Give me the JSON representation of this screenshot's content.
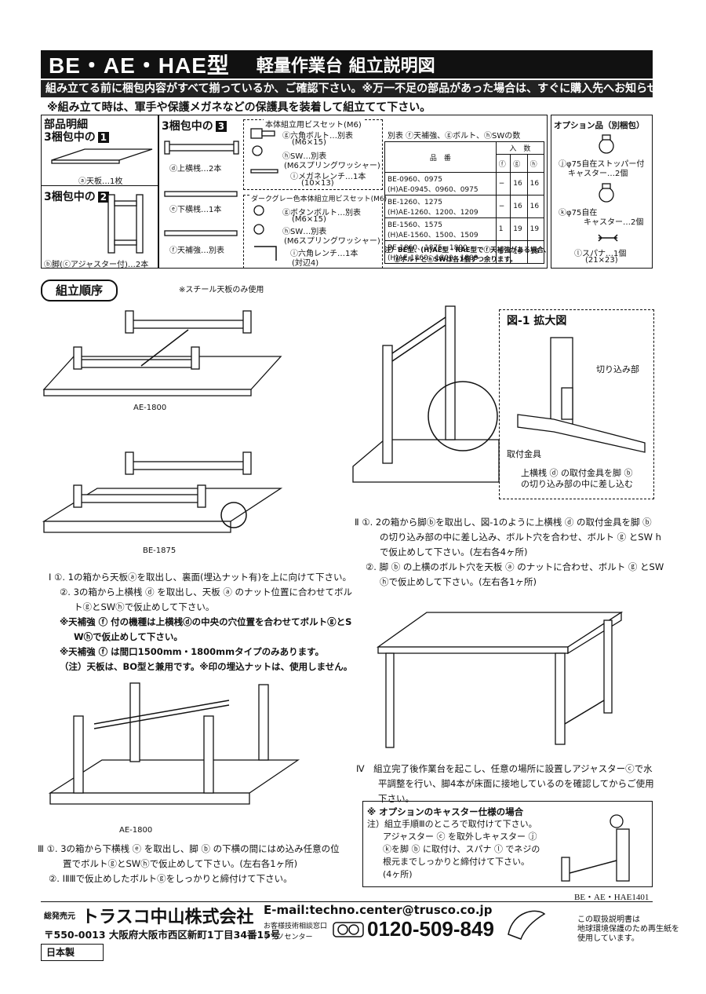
{
  "header": {
    "models": "BE・AE・HAE型",
    "title": "軽量作業台 組立説明図",
    "notice": "組み立てる前に梱包内容がすべて揃っているか、ご確認下さい。※万一不足の部品があった場合は、すぐに購入先へお知らせ下さい。",
    "safety": "※組み立て時は、軍手や保護メガネなどの保護具を装着して組立てて下さい。"
  },
  "parts": {
    "heading": "部品明細",
    "box1_label": "3梱包中の",
    "box1_num": "1",
    "tabletop": "ⓐ天板…1枚",
    "box2_label": "3梱包中の",
    "box2_num": "2",
    "legs": "ⓑ脚(ⓒアジャスター付)…2本",
    "box3_label": "3梱包中の",
    "box3_num": "3",
    "upper_beam": "ⓓ上横桟…2本",
    "lower_beam": "ⓔ下横桟…1本",
    "reinforce": "ⓕ天補強…別表",
    "screwset_title": "本体組立用ビスセット(M6)",
    "hex_bolt": "ⓖ六角ボルト…別表",
    "hex_bolt_size": "(M6×15)",
    "sw": "ⓗSW…別表",
    "sw_detail": "(M6スプリングワッシャー)",
    "wrench": "ⓘメガネレンチ…1本",
    "wrench_size": "(10×13)",
    "dark_set_title": "ダークグレー色本体組立用ビスセット(M6)",
    "button_bolt": "ⓖボタンボルト…別表",
    "button_bolt_size": "(M6×15)",
    "sw2": "ⓗSW…別表",
    "sw2_detail": "(M6スプリングワッシャー)",
    "hex_wrench": "ⓘ六角レンチ…1本",
    "hex_wrench_size": "(対辺4)"
  },
  "table": {
    "caption": "別表 ⓕ天補強、ⓖボルト、ⓗSWの数",
    "col_item": "品　番",
    "col_qty": "入　数",
    "col_f": "ⓕ",
    "col_g": "ⓖ",
    "col_h": "ⓗ",
    "rows": [
      {
        "model1": "BE-0960、0975",
        "model2": "(H)AE-0945、0960、0975",
        "f": "−",
        "g": "16",
        "h": "16"
      },
      {
        "model1": "BE-1260、1275",
        "model2": "(H)AE-1260、1200、1209",
        "f": "−",
        "g": "16",
        "h": "16"
      },
      {
        "model1": "BE-1560、1575",
        "model2": "(H)AE-1560、1500、1509",
        "f": "1",
        "g": "19",
        "h": "19"
      },
      {
        "model1": "BE-1860、1875、1890",
        "model2": "(H)AE-1860、1800、1809",
        "f": "1",
        "g": "19",
        "h": "19"
      }
    ],
    "note1": "注）BE型、(H)AE型・RAE型でⓕ天補強がある場合、",
    "note2": "ⓖボルトとⓗSWは各1個ずつ余ります。"
  },
  "options": {
    "title": "オプション品（別梱包）",
    "caster_stopper": "ⓙφ75自在ストッパー付",
    "caster_stopper2": "キャスター…2個",
    "caster": "ⓚφ75自在",
    "caster2": "キャスター…2個",
    "spanner": "ⓛスパナ…1個",
    "spanner_size": "(21×23)"
  },
  "assembly": {
    "heading": "組立順序",
    "steel_note": "※スチール天板のみ使用",
    "label_ae1800": "AE-1800",
    "label_be1875": "BE-1875",
    "label_ae1800b": "AE-1800",
    "fig1_title": "図-1 拡大図",
    "notch": "切り込み部",
    "bracket": "取付金具",
    "fig1_caption1": "上横桟 ⓓ の取付金具を脚 ⓑ",
    "fig1_caption2": "の切り込み部の中に差し込む"
  },
  "steps": {
    "s1_1": "Ⅰ ①. 1の箱から天板ⓐを取出し、裏面(埋込ナット有)を上に向けて下さい。",
    "s1_2a": "②. 3の箱から上横桟 ⓓ を取出し、天板 ⓐ のナット位置に合わせてボル",
    "s1_2b": "トⓖとSWⓗで仮止めして下さい。",
    "s1_n1a": "※天補強 ⓕ 付の機種は上横桟ⓓの中央の穴位置を合わせてボルトⓖとS",
    "s1_n1b": "Wⓗで仮止めして下さい。",
    "s1_n2": "※天補強 ⓕ は間口1500mm・1800mmタイプのみあります。",
    "s1_n3": "（注）天板は、BO型と兼用です。※印の埋込ナットは、使用しません。",
    "s2_1a": "Ⅱ ①. 2の箱から脚ⓑを取出し、図-1のように上横桟 ⓓ の取付金具を脚 ⓑ",
    "s2_1b": "の切り込み部の中に差し込み、ボルト穴を合わせ、ボルト ⓖ とSW h",
    "s2_1c": "で仮止めして下さい。(左右各4ヶ所)",
    "s2_2a": "②. 脚 ⓑ の上横のボルト穴を天板 ⓐ のナットに合わせ、ボルト ⓖ とSW",
    "s2_2b": "ⓗで仮止めして下さい。(左右各1ヶ所)",
    "s3_1a": "Ⅲ ①. 3の箱から下横桟 ⓔ を取出し、脚 ⓑ の下横の間にはめ込み任意の位",
    "s3_1b": "置でボルトⓖとSWⓗで仮止めして下さい。(左右各1ヶ所)",
    "s3_2": "②. ⅠⅡⅢで仮止めしたボルトⓖをしっかりと締付けて下さい。",
    "s4a": "Ⅳ　組立完了後作業台を起こし、任意の場所に設置しアジャスターⓒで水",
    "s4b": "平調整を行い、脚4本が床面に接地しているのを確認してからご使用",
    "s4c": "下さい。"
  },
  "caster_box": {
    "title": "※ オプションのキャスター仕様の場合",
    "l1": "注）組立手順Ⅲのところで取付けて下さい。",
    "l2": "アジャスター ⓒ を取外しキャスター ⓙ",
    "l3": "ⓚを脚 ⓑ に取付け、スパナ ⓛ でネジの",
    "l4": "根元までしっかりと締付けて下さい。",
    "l5": "(4ヶ所)"
  },
  "doc_code": "BE・AE・HAE1401",
  "footer": {
    "seller_label": "総発売元",
    "company": "トラスコ中山株式会社",
    "address": "〒550-0013 大阪府大阪市西区新町1丁目34番15号",
    "email": "E-mail:techno.center@trusco.co.jp",
    "support1": "お客様技術相談窓口",
    "support2": "テクノセンター",
    "phone": "0120-509-849",
    "recycle1": "この取扱説明書は",
    "recycle2": "地球環境保護のため再生紙を",
    "recycle3": "使用しています。",
    "made_in": "日本製"
  }
}
